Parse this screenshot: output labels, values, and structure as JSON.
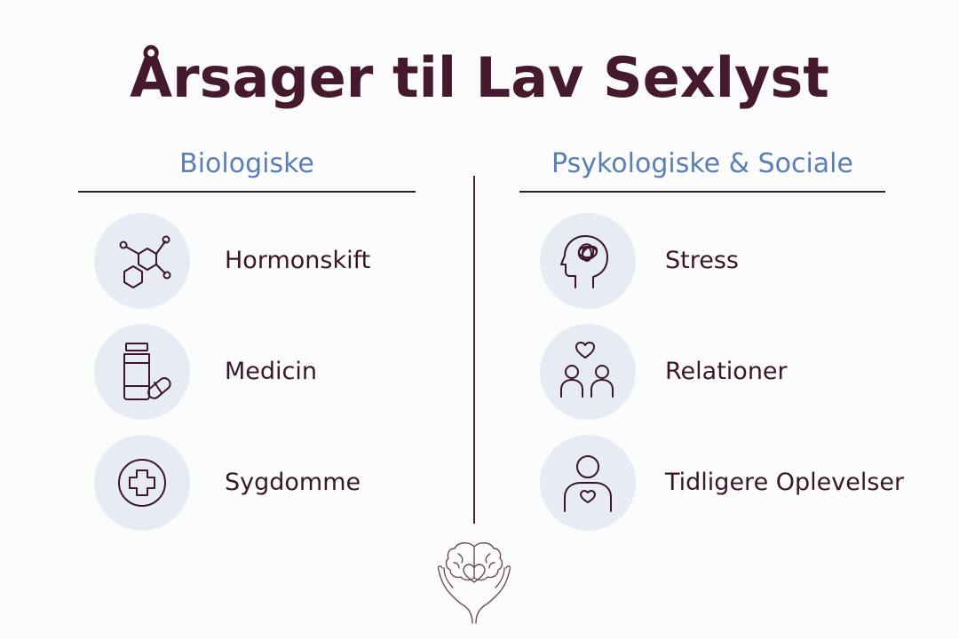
{
  "title": "Årsager til Lav Sexlyst",
  "columns": [
    {
      "heading": "Biologiske",
      "items": [
        {
          "label": "Hormonskift",
          "icon": "molecule-icon"
        },
        {
          "label": "Medicin",
          "icon": "medicine-bottle-icon"
        },
        {
          "label": "Sygdomme",
          "icon": "medical-cross-icon"
        }
      ]
    },
    {
      "heading": "Psykologiske & Sociale",
      "items": [
        {
          "label": "Stress",
          "icon": "stressed-head-icon"
        },
        {
          "label": "Relationer",
          "icon": "couple-heart-icon"
        },
        {
          "label": "Tidligere Oplevelser",
          "icon": "person-heart-icon"
        }
      ]
    }
  ],
  "footer": {
    "icon": "brain-heart-hands-logo"
  },
  "colors": {
    "title": "#451a2e",
    "heading": "#5a7fb5",
    "icon_stroke": "#3a1628",
    "icon_circle": "#e7ecf4"
  }
}
